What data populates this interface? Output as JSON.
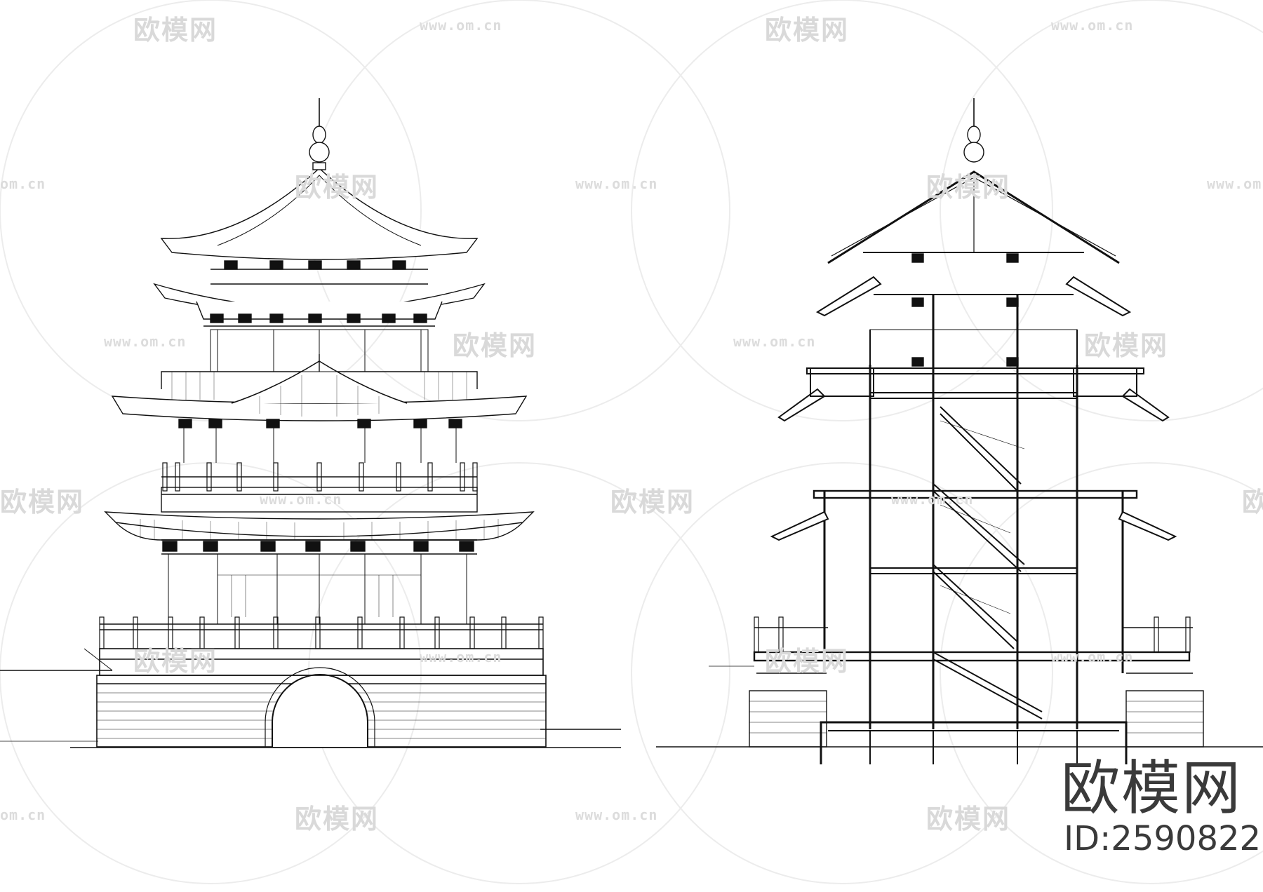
{
  "drawings": {
    "left_view": "front-elevation",
    "right_view": "cross-section"
  },
  "watermark": {
    "brand_cn": "欧模网",
    "url": "www.om.cn",
    "url_partial": "om.cn",
    "brand_partial": "欧模网"
  },
  "brand": {
    "name": "欧模网",
    "id_text": "ID:2590822"
  }
}
